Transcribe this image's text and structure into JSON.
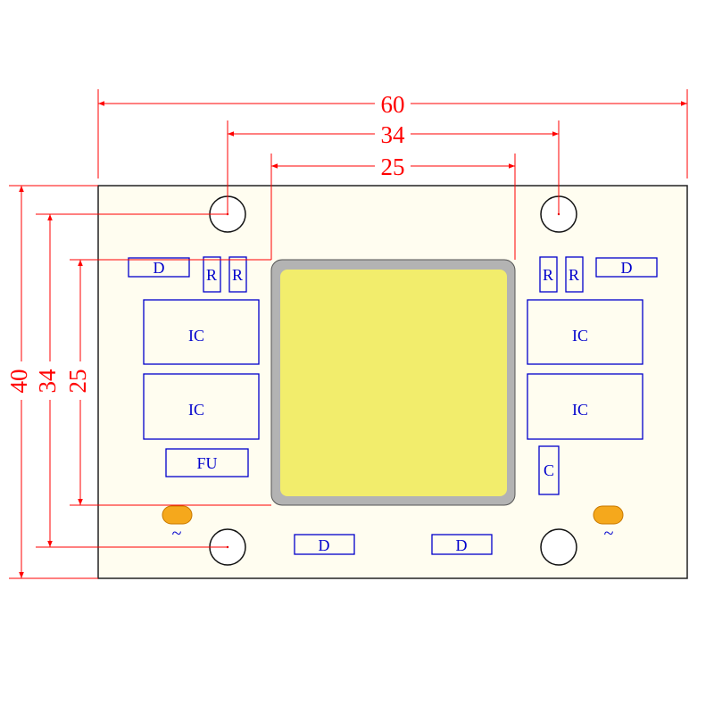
{
  "dimensions": {
    "width_overall": "60",
    "hole_spacing_x": "34",
    "chip_width": "25",
    "height_overall": "40",
    "hole_spacing_y": "34",
    "chip_height": "25"
  },
  "labels": {
    "diode_top_left": "D",
    "diode_top_right": "D",
    "diode_bottom_left": "D",
    "diode_bottom_right": "D",
    "resistor_1": "R",
    "resistor_2": "R",
    "resistor_3": "R",
    "resistor_4": "R",
    "ic_left_top": "IC",
    "ic_left_bottom": "IC",
    "ic_right_top": "IC",
    "ic_right_bottom": "IC",
    "fuse": "FU",
    "capacitor": "C",
    "ac_left": "~",
    "ac_right": "~"
  },
  "colors": {
    "dimension_lines": "#ff0000",
    "component_outline": "#0000cc",
    "board_fill": "#fffdf0",
    "led_emitter": "#f2ed6c",
    "ac_pad": "#f5a81c"
  }
}
